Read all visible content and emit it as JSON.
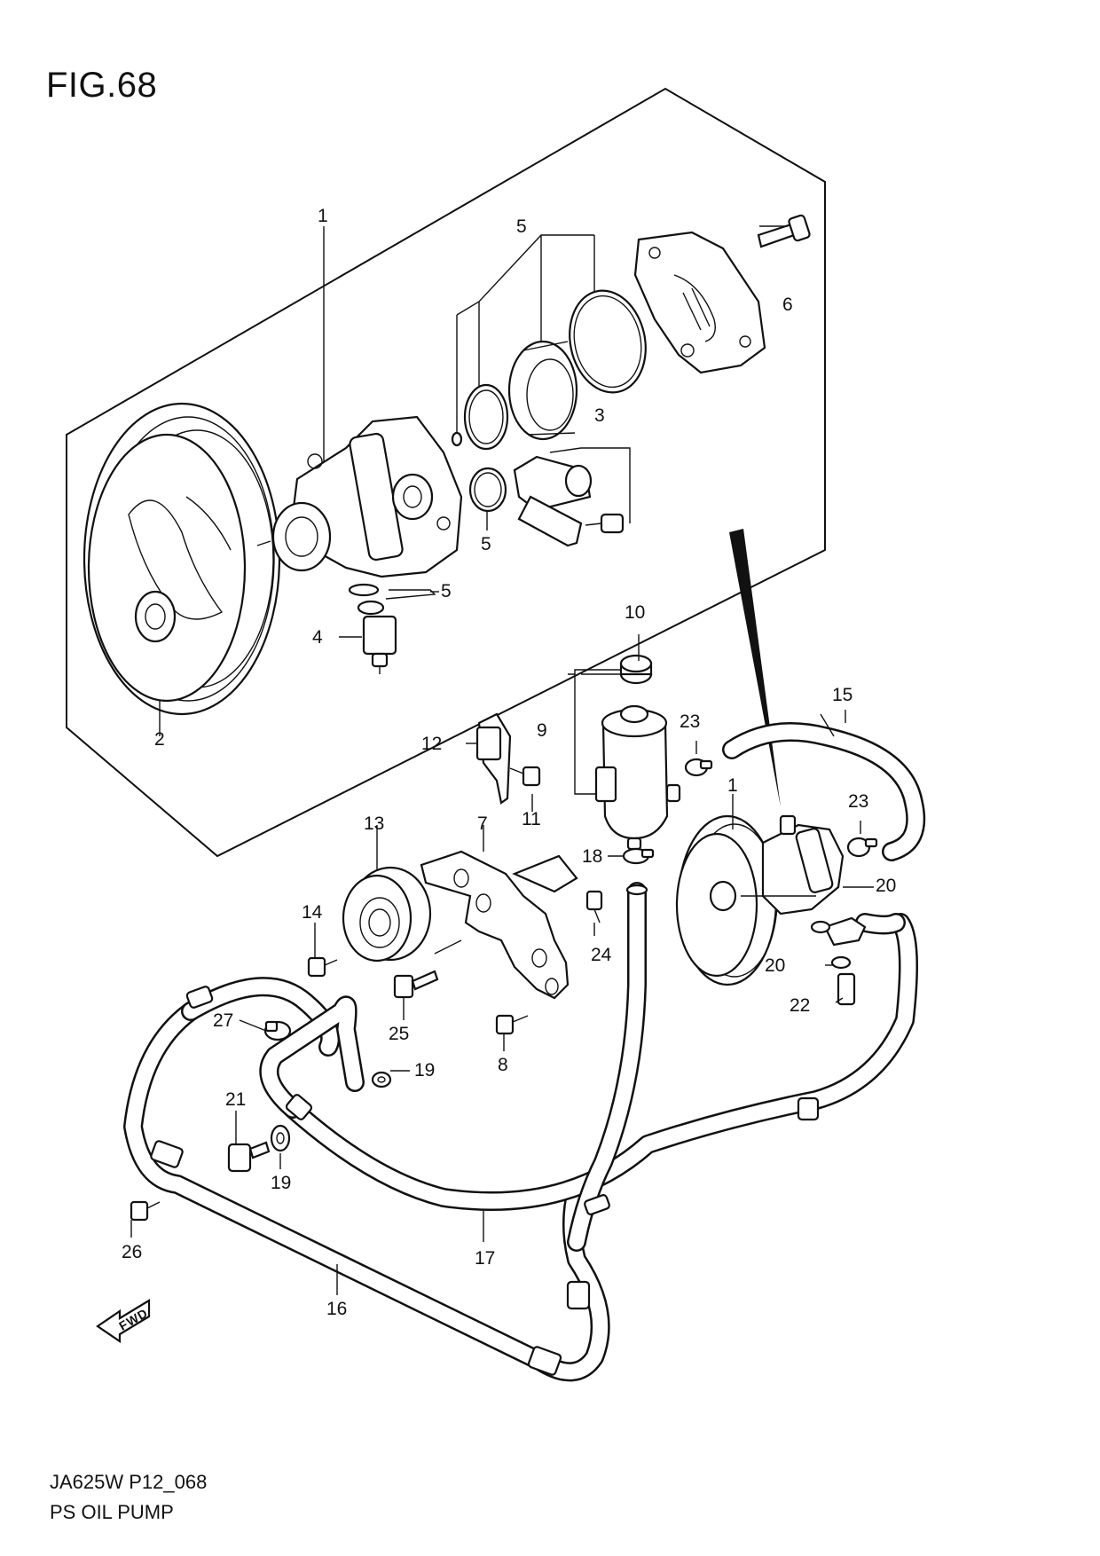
{
  "figure": {
    "title": "FIG.68",
    "code": "JA625W P12_068",
    "name": "PS OIL PUMP",
    "fwd_label": "FWD"
  },
  "callouts": {
    "c1a": "1",
    "c1b": "1",
    "c2": "2",
    "c3": "3",
    "c4": "4",
    "c5a": "5",
    "c5b": "5",
    "c5c": "5",
    "c6": "6",
    "c7": "7",
    "c8": "8",
    "c9": "9",
    "c10": "10",
    "c11": "11",
    "c12": "12",
    "c13": "13",
    "c14": "14",
    "c15": "15",
    "c16": "16",
    "c17": "17",
    "c18": "18",
    "c19a": "19",
    "c19b": "19",
    "c20a": "20",
    "c20b": "20",
    "c21": "21",
    "c22": "22",
    "c23a": "23",
    "c23b": "23",
    "c24": "24",
    "c25": "25",
    "c26": "26",
    "c27": "27"
  }
}
